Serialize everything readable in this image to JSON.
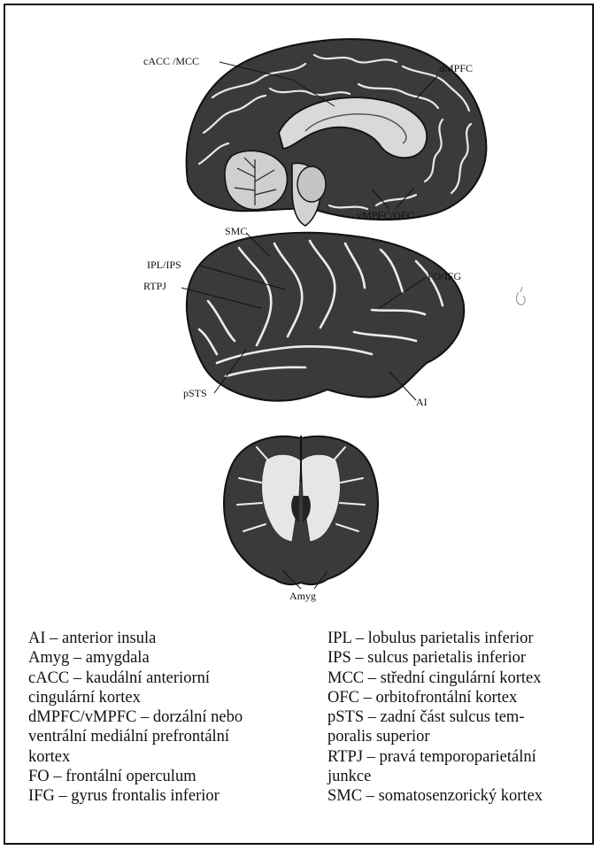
{
  "labels": {
    "medial": [
      "cACC /MCC",
      "dMPFC",
      "vMPFC/OFC"
    ],
    "lateral": [
      "SMC",
      "IPL/IPS",
      "RTPJ",
      "FO/IFG",
      "pSTS",
      "AI"
    ],
    "coronal": [
      "Amyg"
    ]
  },
  "legend_left": [
    "AI – anterior insula",
    "Amyg – amygdala",
    "cACC – kaudální anteriorní",
    "cingulární kortex",
    "dMPFC/vMPFC – dorzální nebo",
    "ventrální mediální prefrontální",
    "kortex",
    "FO – frontální operculum",
    "IFG – gyrus frontalis inferior"
  ],
  "legend_right": [
    "IPL – lobulus parietalis inferior",
    "IPS – sulcus parietalis inferior",
    "MCC – střední cingulární kortex",
    "OFC – orbitofrontální kortex",
    "pSTS – zadní část sulcus tem-",
    "poralis superior",
    "RTPJ – pravá temporoparietální",
    "junkce",
    "SMC – somatosenzorický kortex"
  ]
}
